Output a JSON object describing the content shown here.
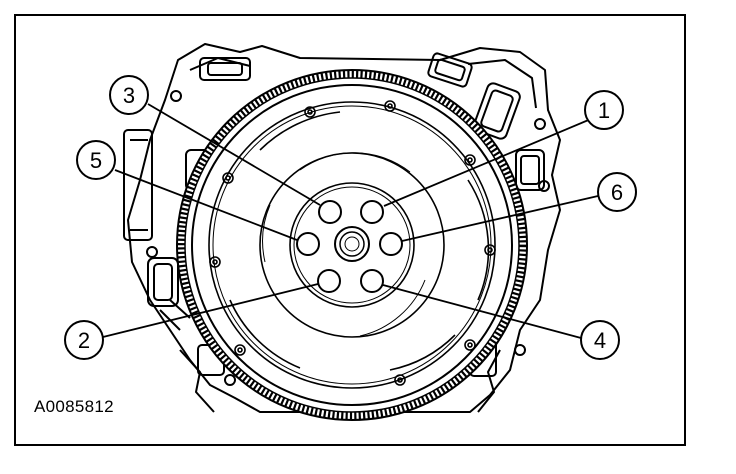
{
  "figure": {
    "id": "A0085812"
  },
  "callouts": [
    {
      "label": "1",
      "name": "bolt-1"
    },
    {
      "label": "2",
      "name": "bolt-2"
    },
    {
      "label": "3",
      "name": "bolt-3"
    },
    {
      "label": "4",
      "name": "bolt-4"
    },
    {
      "label": "5",
      "name": "bolt-5"
    },
    {
      "label": "6",
      "name": "bolt-6"
    }
  ],
  "colors": {
    "ink": "#000000",
    "paper": "#ffffff"
  }
}
